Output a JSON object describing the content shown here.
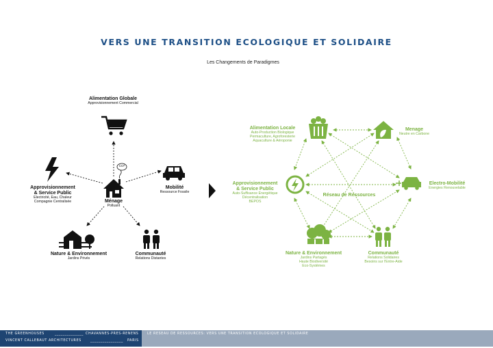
{
  "title": "VERS UNE TRANSITION ECOLOGIQUE ET SOLIDAIRE",
  "subtitle": "Les Changements de Paradigmes",
  "colors": {
    "accent_blue": "#1d4f86",
    "green": "#7cb342",
    "footer_dark": "#1e4472",
    "footer_light": "#9aa9bc"
  },
  "left": {
    "alimentation": {
      "title": "Alimentation Globale",
      "lines": [
        "Approvisionnement Commercial"
      ],
      "icon": "shopping-cart-icon"
    },
    "menage": {
      "title": "Ménage",
      "lines": [
        "Polluant"
      ],
      "icon": "house-icon",
      "co2": "CO²"
    },
    "approvisionnement": {
      "title1": "Approvisionnement",
      "title2": "& Service Public",
      "lines": [
        "Electricité, Eau, Chaleur",
        "Compagnie Centralisée"
      ],
      "icon": "lightning-bolt-icon"
    },
    "mobilite": {
      "title": "Mobilité",
      "lines": [
        "Ressource Fossile"
      ],
      "icon": "car-icon"
    },
    "nature": {
      "title": "Nature & Environnement",
      "lines": [
        "Jardins Privés"
      ],
      "icon": "private-house-tree-icon"
    },
    "communaute": {
      "title": "Communauté",
      "lines": [
        "Relations Distantes"
      ],
      "icon": "people-icon"
    }
  },
  "right": {
    "center": "Réseau de Ressources",
    "alimentation": {
      "title": "Alimentation Locale",
      "lines": [
        "Auto-Production Biologique",
        "Permaculture, Agroforesterie",
        "Aquaculture & Aéroponie"
      ],
      "icon": "produce-basket-icon"
    },
    "menage": {
      "title": "Menage",
      "lines": [
        "Neutre en Carbone"
      ],
      "icon": "house-leaf-icon"
    },
    "approvisionnement": {
      "title1": "Approvisionnement",
      "title2": "& Service Public",
      "lines": [
        "Auto-Suffisance Energétique",
        "Décentralisation",
        "BEPOS"
      ],
      "icon": "renewable-energy-icon"
    },
    "electro": {
      "title": "Electro-Mobilité",
      "lines": [
        "Energies Renouvelable"
      ],
      "icon": "electric-car-icon"
    },
    "nature": {
      "title": "Nature & Environnement",
      "lines": [
        "Jardins Partagés",
        "Haute Biodiversité",
        "Eco-Systèmes"
      ],
      "icon": "trees-icon"
    },
    "communaute": {
      "title": "Communauté",
      "lines": [
        "Relations Solidaires",
        "Besoins sur l'Entre-Aide"
      ],
      "icon": "people-icon"
    }
  },
  "footer": {
    "left1": "THE GREENHOUSES",
    "left1_right": "CHAVANNES-PRES-RENENS",
    "left2": "VINCENT CALLEBAUT ARCHITECTURES",
    "left2_right": "PARIS",
    "caption": "LE RESEAU DE RESSOURCES: VERS UNE TRANSITION ECOLOGIQUE ET SOLIDAIRE"
  }
}
